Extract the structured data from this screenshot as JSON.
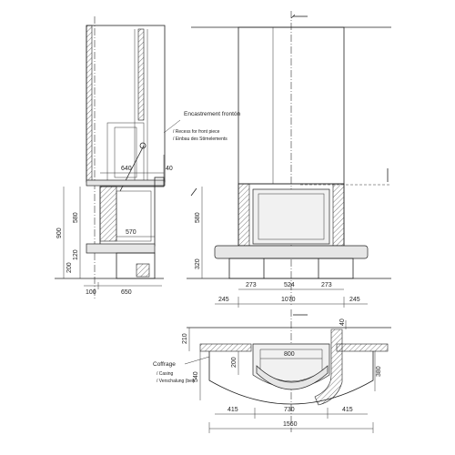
{
  "side_view": {
    "recess_note": "Encastrement frontón",
    "recess_en": "/ Recess for front piece",
    "recess_de": "/ Einbau des Stirnelements",
    "dim_640": "640",
    "dim_40": "40",
    "dim_580": "580",
    "dim_900": "900",
    "dim_120": "120",
    "dim_200": "200",
    "dim_570": "570",
    "dim_100": "100",
    "dim_650": "650"
  },
  "front_view": {
    "dim_580": "580",
    "dim_320": "320",
    "dim_273_left": "273",
    "dim_524": "524",
    "dim_273_right": "273",
    "dim_245_left": "245",
    "dim_1070": "1070",
    "dim_245_right": "245"
  },
  "plan_view": {
    "casing_note": "Coffrage",
    "casing_en": "/ Casing",
    "casing_de": "/ Verschalung (bei)",
    "dim_40": "40",
    "dim_210": "210",
    "dim_800": "800",
    "dim_200": "200",
    "dim_540": "540",
    "dim_380": "380",
    "dim_415_left": "415",
    "dim_730": "730",
    "dim_415_right": "415",
    "dim_1560": "1560"
  }
}
